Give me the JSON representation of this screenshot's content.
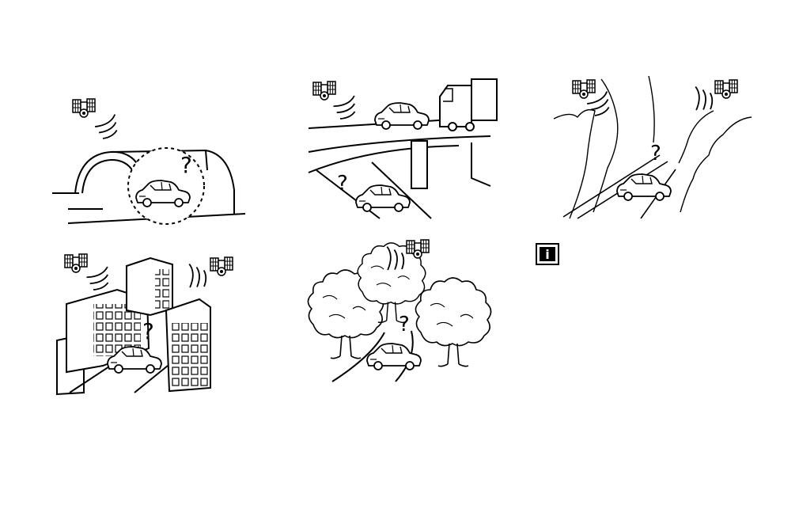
{
  "diagram": {
    "stroke_color": "#000000",
    "background": "#ffffff",
    "unknown_mark": "?",
    "scenes": [
      {
        "id": "tunnel",
        "icons": [
          "satellite-icon",
          "car-icon",
          "question-mark-icon"
        ]
      },
      {
        "id": "overpass",
        "icons": [
          "satellite-icon",
          "car-icon",
          "truck-icon",
          "question-mark-icon"
        ]
      },
      {
        "id": "mountain-valley",
        "icons": [
          "satellite-icon",
          "car-icon",
          "question-mark-icon"
        ]
      },
      {
        "id": "tall-buildings",
        "icons": [
          "satellite-icon",
          "car-icon",
          "question-mark-icon"
        ]
      },
      {
        "id": "forest",
        "icons": [
          "satellite-icon",
          "car-icon",
          "question-mark-icon"
        ]
      }
    ],
    "info_icon": {
      "glyph": "i",
      "name": "info-icon"
    }
  }
}
